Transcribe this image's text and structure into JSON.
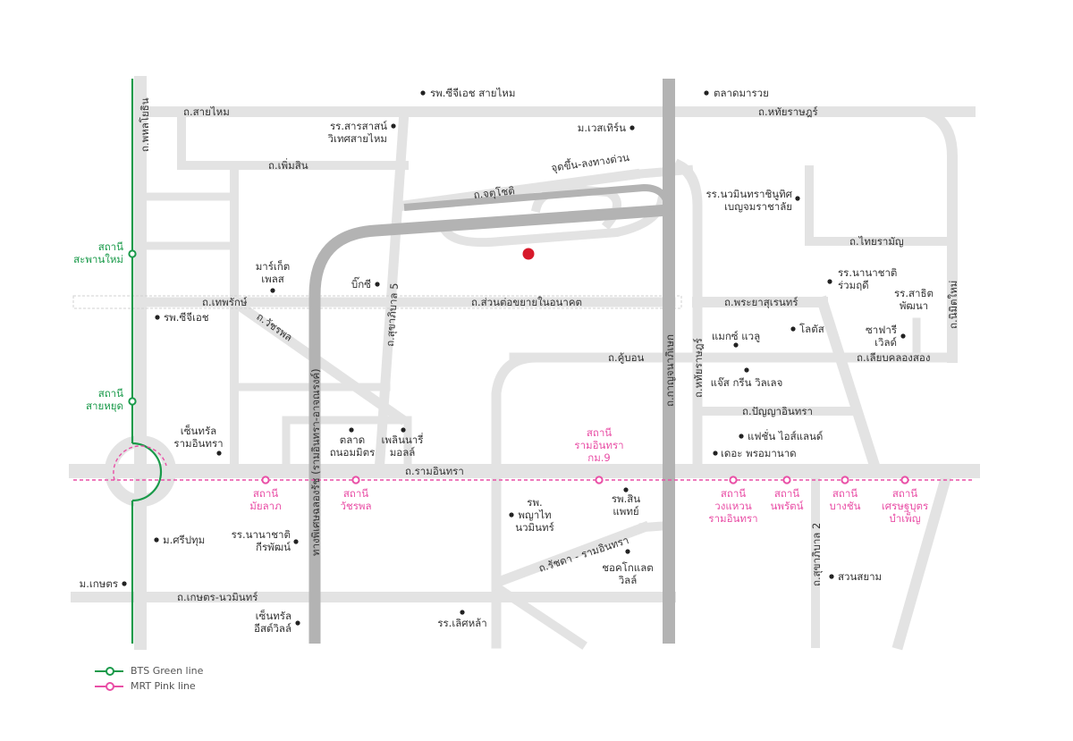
{
  "colors": {
    "road": "#e3e3e3",
    "expressway": "#b3b3b3",
    "bts": "#1a9a4a",
    "mrt": "#e94fa6",
    "destination": "#d7192a",
    "poi": "#222222"
  },
  "roads": {
    "phahon": "ถ.พหลโยธิน",
    "saimai": "ถ.สายไหม",
    "phermsin": "ถ.เพิ่มสิน",
    "chatuchot": "ถ.จตุโชติ",
    "expressway_ramp": "จุดขึ้น-ลงทางด่วน",
    "hathairat": "ถ.หทัยราษฎร์",
    "thairamun": "ถ.ไทยรามัญ",
    "theparak": "ถ.เทพรักษ์",
    "future_ext": "ถ.ส่วนต่อขยายในอนาคต",
    "watcharaphon": "ถ.วัชรพล",
    "sukhaphiban5": "ถ.สุขาภิบาล 5",
    "phraya_suren": "ถ.พระยาสุเรนทร์",
    "khubon": "ถ.คู้บอน",
    "liap_khlong_song": "ถ.เลียบคลองสอง",
    "panya_indra": "ถ.ปัญญาอินทรา",
    "ram_intra": "ถ.รามอินทรา",
    "expressway_vertical": "ทางพิเศษฉลองรัช (รามอินทรา-อาจณรงค์)",
    "outer_ring": "ถ.กาญจนาภิเษก",
    "hatairat_v": "ถ.หทัยราษฎร์",
    "kaset_nawamin": "ถ.เกษตร-นวมินทร์",
    "ratchada_ram": "ถ.รัชดา - รามอินทรา",
    "sammakorn": "ถ.สุขาภิบาล 2",
    "nimit": "ถ.นิมิตใหม่"
  },
  "bts_stations": {
    "saphan_mai": [
      "สถานี",
      "สะพานใหม่"
    ],
    "sai_yud": [
      "สถานี",
      "สายหยุด"
    ]
  },
  "mrt_stations": {
    "ram_km9": [
      "สถานี",
      "รามอินทรา",
      "กม.9"
    ],
    "mai_lap": [
      "สถานี",
      "มัยลาภ"
    ],
    "watcharaphon": [
      "สถานี",
      "วัชรพล"
    ],
    "wongwaen": [
      "สถานี",
      "วงแหวน",
      "รามอินทรา"
    ],
    "nopparat": [
      "สถานี",
      "นพรัตน์"
    ],
    "bang_chan": [
      "สถานี",
      "บางชัน"
    ],
    "setthabut": [
      "สถานี",
      "เศรษฐบุตร",
      "บำเพ็ญ"
    ]
  },
  "pois": {
    "ph_cgh_saimai": "รพ.ซีจีเอช สายไหม",
    "talad_marui": "ตลาดมารวย",
    "sarasas_1": "รร.สารสาสน์",
    "sarasas_2": "วิเทศสายไหม",
    "m_western": "ม.เวสเทิร์น",
    "nawamin_1": "รร.นวมินทราชินูทิศ",
    "nawamin_2": "เบญจมราชาลัย",
    "market_1": "มาร์เก็ต",
    "market_2": "เพลส",
    "big_c": "บิ๊กซี",
    "nanachat_1": "รร.นานาชาติ",
    "nanachat_2": "ร่วมฤดี",
    "sathit_1": "รร.สาธิต",
    "sathit_2": "พัฒนา",
    "ph_cgh": "รพ.ซีจีเอช",
    "max_value": "แมกซ์ แวลู",
    "lotus": "โลตัส",
    "safari_1": "ซาฟารี",
    "safari_2": "เวิลด์",
    "jas_green": "แจ๊ส กรีน วิลเลจ",
    "central_ram_1": "เซ็นทรัล",
    "central_ram_2": "รามอินทรา",
    "talad_1": "ตลาด",
    "talad_2": "ถนอมมิตร",
    "plearnary_1": "เพลินนารี่",
    "plearnary_2": "มอลล์",
    "fashion": "แฟชั่น ไอส์แลนด์",
    "promenade": "เดอะ พรอมานาด",
    "phyathai_1": "รพ.",
    "phyathai_2": "พญาไท",
    "phyathai_3": "นวมินทร์",
    "sinphaet_1": "รพ.สิน",
    "sinphaet_2": "แพทย์",
    "sripatum": "ม.ศรีปทุม",
    "nanachat_k1": "รร.นานาชาติ",
    "nanachat_k2": "กีรพัฒน์",
    "kasetsart": "ม.เกษตร",
    "chocolate_1": "ชอคโกแลต",
    "chocolate_2": "วิลล์",
    "suan_siam": "สวนสยาม",
    "central_east_1": "เซ็นทรัล",
    "central_east_2": "อีสต์วิลล์",
    "lertla": "รร.เลิศหล้า"
  },
  "legend": {
    "bts": "BTS Green line",
    "mrt": "MRT Pink line"
  }
}
